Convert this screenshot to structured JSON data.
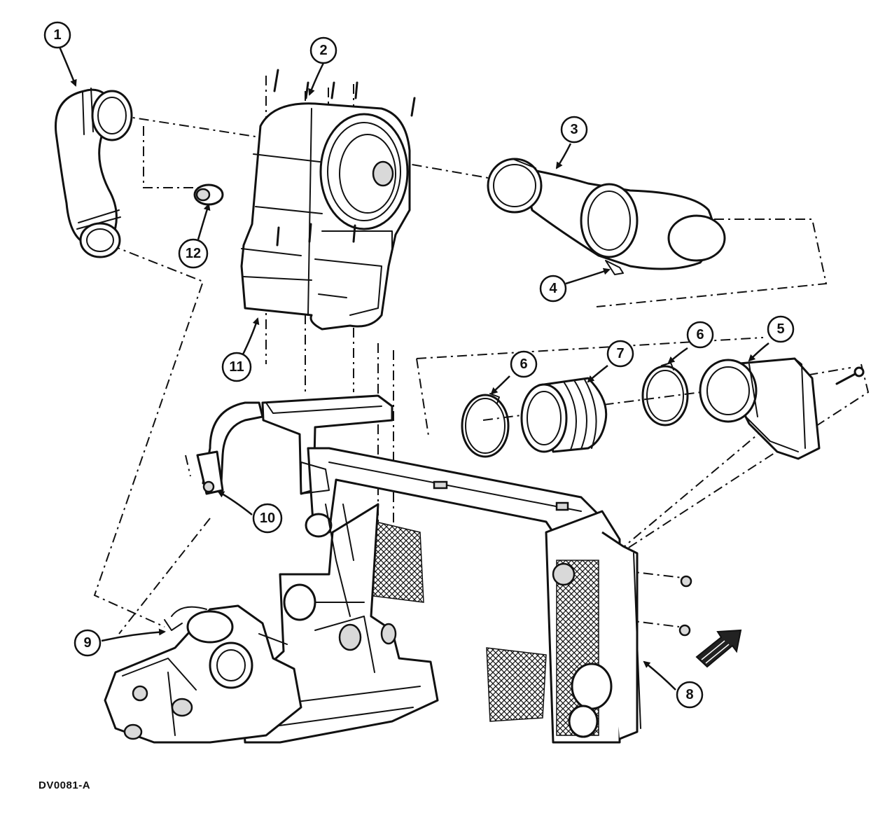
{
  "figure": {
    "id": "DV0081-A"
  },
  "callouts": [
    {
      "label": "1"
    },
    {
      "label": "2"
    },
    {
      "label": "3"
    },
    {
      "label": "4"
    },
    {
      "label": "5"
    },
    {
      "label": "6"
    },
    {
      "label": "7"
    },
    {
      "label": "6"
    },
    {
      "label": "8"
    },
    {
      "label": "9"
    },
    {
      "label": "10"
    },
    {
      "label": "11"
    },
    {
      "label": "12"
    }
  ],
  "colors": {
    "ink": "#111111",
    "paper": "#ffffff"
  }
}
